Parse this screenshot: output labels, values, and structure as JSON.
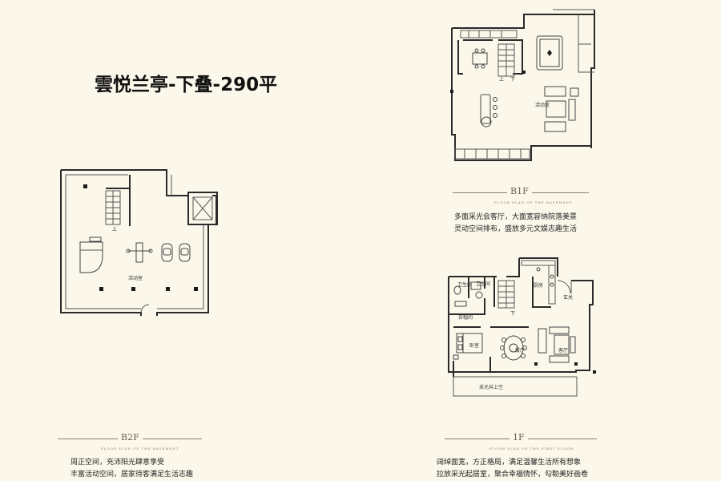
{
  "title": "雲悦兰亭-下叠-290平",
  "floors": {
    "b1f": {
      "code": "B1F",
      "subtitle": "FLOOR PLAN OF THE BASEMENT",
      "desc_line1": "多面采光会客厅，大面宽容纳院落美景",
      "desc_line2": "灵动空间排布，盛放多元文娱志趣生活"
    },
    "b2f": {
      "code": "B2F",
      "subtitle": "FLOOR PLAN OF THE BASEMENT",
      "desc_line1": "周正空间，充沛阳光肆意享受",
      "desc_line2": "丰富活动空间，居家待客满足生活志趣"
    },
    "f1": {
      "code": "1F",
      "subtitle": "FLOOR PLAN OF THE FIRST FLOOR",
      "desc_line1": "阔绰面宽，方正格局，满足温馨生活所有想象",
      "desc_line2": "拉放采光起居室，聚合幸福情怀，勾勒美好画卷"
    }
  },
  "room_labels": {
    "b1f_activity": "活动室",
    "b1f_up": "上",
    "b1f_down": "下",
    "b2f_activity": "活动室",
    "b2f_up": "上",
    "f1_bath1": "卫生间",
    "f1_bath2": "卫生间",
    "f1_kitchen": "厨房",
    "f1_entry": "玄关",
    "f1_dining": "餐厅",
    "f1_living": "客厅",
    "f1_bedroom": "卧室",
    "f1_cloak": "衣帽间",
    "f1_down": "下",
    "f1_skylight": "采光井上空"
  }
}
